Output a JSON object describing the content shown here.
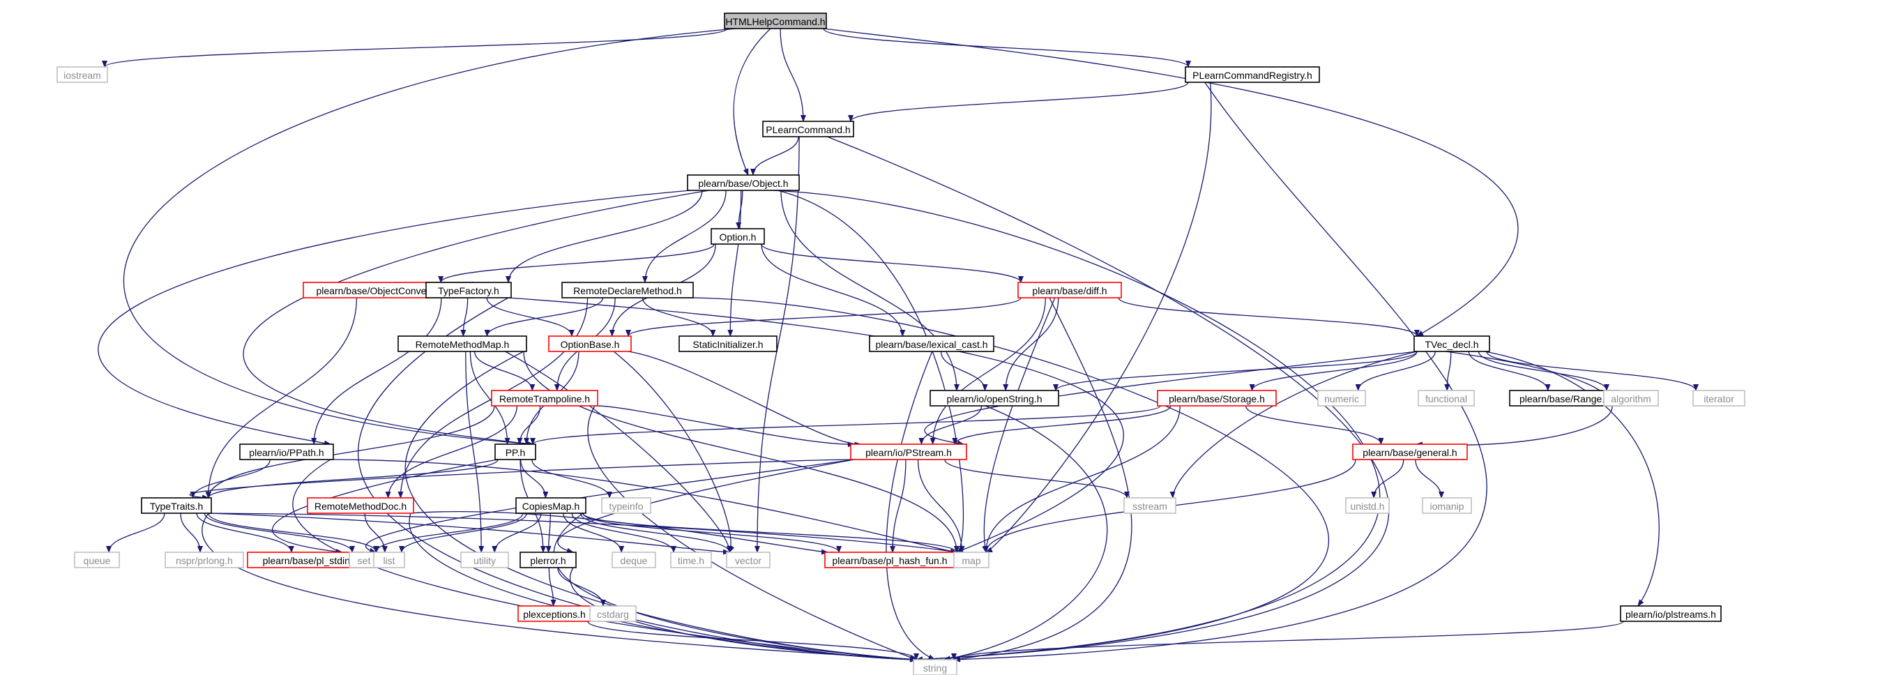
{
  "diagram": {
    "root": "HTMLHelpCommand.h",
    "colors": {
      "edge": "#191970",
      "root_fill": "#bfbfbf",
      "root_border": "#000000",
      "normal_border": "#000000",
      "truncated_border": "#ff0000",
      "external_border": "#bfbfbf",
      "external_text": "#8c8c8c",
      "node_text": "#000000",
      "node_fill": "#ffffff"
    },
    "nodes": [
      {
        "id": "HTMLHelpCommand",
        "label": "HTMLHelpCommand.h",
        "kind": "root"
      },
      {
        "id": "iostream",
        "label": "iostream",
        "kind": "external"
      },
      {
        "id": "PLearnCommandRegistry",
        "label": "PLearnCommandRegistry.h",
        "kind": "normal"
      },
      {
        "id": "PLearnCommand",
        "label": "PLearnCommand.h",
        "kind": "normal"
      },
      {
        "id": "Object",
        "label": "plearn/base/Object.h",
        "kind": "normal"
      },
      {
        "id": "Option",
        "label": "Option.h",
        "kind": "normal"
      },
      {
        "id": "ObjectConversions",
        "label": "plearn/base/ObjectConversions.h",
        "kind": "truncated"
      },
      {
        "id": "TypeFactory",
        "label": "TypeFactory.h",
        "kind": "normal"
      },
      {
        "id": "RemoteDeclareMethod",
        "label": "RemoteDeclareMethod.h",
        "kind": "normal"
      },
      {
        "id": "diff",
        "label": "plearn/base/diff.h",
        "kind": "truncated"
      },
      {
        "id": "StaticInitializer",
        "label": "StaticInitializer.h",
        "kind": "normal"
      },
      {
        "id": "OptionBase",
        "label": "OptionBase.h",
        "kind": "truncated"
      },
      {
        "id": "RemoteMethodMap",
        "label": "RemoteMethodMap.h",
        "kind": "normal"
      },
      {
        "id": "lexical_cast",
        "label": "plearn/base/lexical_cast.h",
        "kind": "normal"
      },
      {
        "id": "TVec_decl",
        "label": "TVec_decl.h",
        "kind": "normal"
      },
      {
        "id": "openString",
        "label": "plearn/io/openString.h",
        "kind": "normal"
      },
      {
        "id": "Storage",
        "label": "plearn/base/Storage.h",
        "kind": "truncated"
      },
      {
        "id": "numeric",
        "label": "numeric",
        "kind": "external"
      },
      {
        "id": "functional",
        "label": "functional",
        "kind": "external"
      },
      {
        "id": "Range",
        "label": "plearn/base/Range.h",
        "kind": "normal"
      },
      {
        "id": "algorithm",
        "label": "algorithm",
        "kind": "external"
      },
      {
        "id": "iterator",
        "label": "iterator",
        "kind": "external"
      },
      {
        "id": "RemoteTrampoline",
        "label": "RemoteTrampoline.h",
        "kind": "truncated"
      },
      {
        "id": "PPath",
        "label": "plearn/io/PPath.h",
        "kind": "normal"
      },
      {
        "id": "PP",
        "label": "PP.h",
        "kind": "normal"
      },
      {
        "id": "PStream",
        "label": "plearn/io/PStream.h",
        "kind": "truncated"
      },
      {
        "id": "general",
        "label": "plearn/base/general.h",
        "kind": "truncated"
      },
      {
        "id": "typeinfo",
        "label": "typeinfo",
        "kind": "external"
      },
      {
        "id": "sstream",
        "label": "sstream",
        "kind": "external"
      },
      {
        "id": "TypeTraits",
        "label": "TypeTraits.h",
        "kind": "normal"
      },
      {
        "id": "RemoteMethodDoc",
        "label": "RemoteMethodDoc.h",
        "kind": "truncated"
      },
      {
        "id": "CopiesMap",
        "label": "CopiesMap.h",
        "kind": "normal"
      },
      {
        "id": "unistd",
        "label": "unistd.h",
        "kind": "external"
      },
      {
        "id": "iomanip",
        "label": "iomanip",
        "kind": "external"
      },
      {
        "id": "queue",
        "label": "queue",
        "kind": "external"
      },
      {
        "id": "nsprlong",
        "label": "nspr/prlong.h",
        "kind": "external"
      },
      {
        "id": "pl_stdint",
        "label": "plearn/base/pl_stdint.h",
        "kind": "truncated"
      },
      {
        "id": "set",
        "label": "set",
        "kind": "external"
      },
      {
        "id": "list",
        "label": "list",
        "kind": "external"
      },
      {
        "id": "utility",
        "label": "utility",
        "kind": "external"
      },
      {
        "id": "plerror",
        "label": "plerror.h",
        "kind": "normal"
      },
      {
        "id": "deque",
        "label": "deque",
        "kind": "external"
      },
      {
        "id": "timeh",
        "label": "time.h",
        "kind": "external"
      },
      {
        "id": "vector",
        "label": "vector",
        "kind": "external"
      },
      {
        "id": "pl_hash_fun",
        "label": "plearn/base/pl_hash_fun.h",
        "kind": "truncated"
      },
      {
        "id": "map",
        "label": "map",
        "kind": "external"
      },
      {
        "id": "plexceptions",
        "label": "plexceptions.h",
        "kind": "truncated"
      },
      {
        "id": "cstdarg",
        "label": "cstdarg",
        "kind": "external"
      },
      {
        "id": "plstreams",
        "label": "plearn/io/plstreams.h",
        "kind": "normal"
      },
      {
        "id": "string",
        "label": "string",
        "kind": "external"
      }
    ],
    "edges": [
      [
        "HTMLHelpCommand",
        "iostream"
      ],
      [
        "HTMLHelpCommand",
        "PP"
      ],
      [
        "HTMLHelpCommand",
        "Object"
      ],
      [
        "HTMLHelpCommand",
        "PLearnCommand"
      ],
      [
        "HTMLHelpCommand",
        "PLearnCommandRegistry"
      ],
      [
        "HTMLHelpCommand",
        "TVec_decl"
      ],
      [
        "PLearnCommandRegistry",
        "PLearnCommand"
      ],
      [
        "PLearnCommandRegistry",
        "map"
      ],
      [
        "PLearnCommandRegistry",
        "string"
      ],
      [
        "PLearnCommand",
        "Object"
      ],
      [
        "PLearnCommand",
        "vector"
      ],
      [
        "PLearnCommand",
        "string"
      ],
      [
        "Object",
        "Option"
      ],
      [
        "Object",
        "TypeFactory"
      ],
      [
        "Object",
        "RemoteDeclareMethod"
      ],
      [
        "Object",
        "StaticInitializer"
      ],
      [
        "Object",
        "openString"
      ],
      [
        "Object",
        "map"
      ],
      [
        "Object",
        "string"
      ],
      [
        "Object",
        "PP"
      ],
      [
        "Object",
        "PPath"
      ],
      [
        "Option",
        "ObjectConversions"
      ],
      [
        "Option",
        "OptionBase"
      ],
      [
        "Option",
        "lexical_cast"
      ],
      [
        "Option",
        "diff"
      ],
      [
        "ObjectConversions",
        "TypeTraits"
      ],
      [
        "TypeFactory",
        "RemoteMethodMap"
      ],
      [
        "TypeFactory",
        "OptionBase"
      ],
      [
        "TypeFactory",
        "PPath"
      ],
      [
        "TypeFactory",
        "string"
      ],
      [
        "TypeFactory",
        "map"
      ],
      [
        "RemoteDeclareMethod",
        "RemoteMethodMap"
      ],
      [
        "RemoteDeclareMethod",
        "RemoteTrampoline"
      ],
      [
        "RemoteDeclareMethod",
        "RemoteMethodDoc"
      ],
      [
        "RemoteDeclareMethod",
        "StaticInitializer"
      ],
      [
        "RemoteDeclareMethod",
        "string"
      ],
      [
        "diff",
        "OptionBase"
      ],
      [
        "diff",
        "openString"
      ],
      [
        "diff",
        "PStream"
      ],
      [
        "diff",
        "TVec_decl"
      ],
      [
        "diff",
        "map"
      ],
      [
        "diff",
        "string"
      ],
      [
        "OptionBase",
        "PP"
      ],
      [
        "OptionBase",
        "PStream"
      ],
      [
        "OptionBase",
        "vector"
      ],
      [
        "RemoteMethodMap",
        "RemoteTrampoline"
      ],
      [
        "RemoteMethodMap",
        "PP"
      ],
      [
        "RemoteMethodMap",
        "map"
      ],
      [
        "RemoteMethodMap",
        "string"
      ],
      [
        "RemoteMethodMap",
        "vector"
      ],
      [
        "RemoteMethodMap",
        "utility"
      ],
      [
        "lexical_cast",
        "openString"
      ],
      [
        "lexical_cast",
        "string"
      ],
      [
        "TVec_decl",
        "openString"
      ],
      [
        "TVec_decl",
        "Storage"
      ],
      [
        "TVec_decl",
        "numeric"
      ],
      [
        "TVec_decl",
        "functional"
      ],
      [
        "TVec_decl",
        "Range"
      ],
      [
        "TVec_decl",
        "algorithm"
      ],
      [
        "TVec_decl",
        "iterator"
      ],
      [
        "TVec_decl",
        "PStream"
      ],
      [
        "TVec_decl",
        "general"
      ],
      [
        "TVec_decl",
        "sstream"
      ],
      [
        "TVec_decl",
        "plstreams"
      ],
      [
        "openString",
        "PStream"
      ],
      [
        "openString",
        "string"
      ],
      [
        "Storage",
        "PP"
      ],
      [
        "Storage",
        "PStream"
      ],
      [
        "Storage",
        "general"
      ],
      [
        "Storage",
        "map"
      ],
      [
        "RemoteTrampoline",
        "PP"
      ],
      [
        "RemoteTrampoline",
        "TypeTraits"
      ],
      [
        "RemoteTrampoline",
        "RemoteMethodDoc"
      ],
      [
        "RemoteTrampoline",
        "PStream"
      ],
      [
        "RemoteTrampoline",
        "string"
      ],
      [
        "PPath",
        "TypeTraits"
      ],
      [
        "PPath",
        "map"
      ],
      [
        "PPath",
        "string"
      ],
      [
        "PP",
        "CopiesMap"
      ],
      [
        "PP",
        "TypeTraits"
      ],
      [
        "PP",
        "typeinfo"
      ],
      [
        "PP",
        "plerror"
      ],
      [
        "PP",
        "pl_stdint"
      ],
      [
        "PStream",
        "map"
      ],
      [
        "PStream",
        "sstream"
      ],
      [
        "PStream",
        "pl_hash_fun"
      ],
      [
        "PStream",
        "TypeTraits"
      ],
      [
        "PStream",
        "plerror"
      ],
      [
        "PStream",
        "set"
      ],
      [
        "general",
        "unistd"
      ],
      [
        "general",
        "iomanip"
      ],
      [
        "general",
        "map"
      ],
      [
        "TypeTraits",
        "queue"
      ],
      [
        "TypeTraits",
        "nsprlong"
      ],
      [
        "TypeTraits",
        "pl_stdint"
      ],
      [
        "TypeTraits",
        "set"
      ],
      [
        "TypeTraits",
        "list"
      ],
      [
        "TypeTraits",
        "map"
      ],
      [
        "TypeTraits",
        "vector"
      ],
      [
        "TypeTraits",
        "string"
      ],
      [
        "RemoteMethodDoc",
        "list"
      ],
      [
        "RemoteMethodDoc",
        "string"
      ],
      [
        "RemoteMethodDoc",
        "pl_hash_fun"
      ],
      [
        "CopiesMap",
        "set"
      ],
      [
        "CopiesMap",
        "list"
      ],
      [
        "CopiesMap",
        "utility"
      ],
      [
        "CopiesMap",
        "plerror"
      ],
      [
        "CopiesMap",
        "deque"
      ],
      [
        "CopiesMap",
        "timeh"
      ],
      [
        "CopiesMap",
        "vector"
      ],
      [
        "CopiesMap",
        "pl_hash_fun"
      ],
      [
        "CopiesMap",
        "map"
      ],
      [
        "CopiesMap",
        "string"
      ],
      [
        "plerror",
        "plexceptions"
      ],
      [
        "plerror",
        "cstdarg"
      ],
      [
        "plerror",
        "string"
      ],
      [
        "plexceptions",
        "string"
      ],
      [
        "plstreams",
        "string"
      ]
    ]
  }
}
